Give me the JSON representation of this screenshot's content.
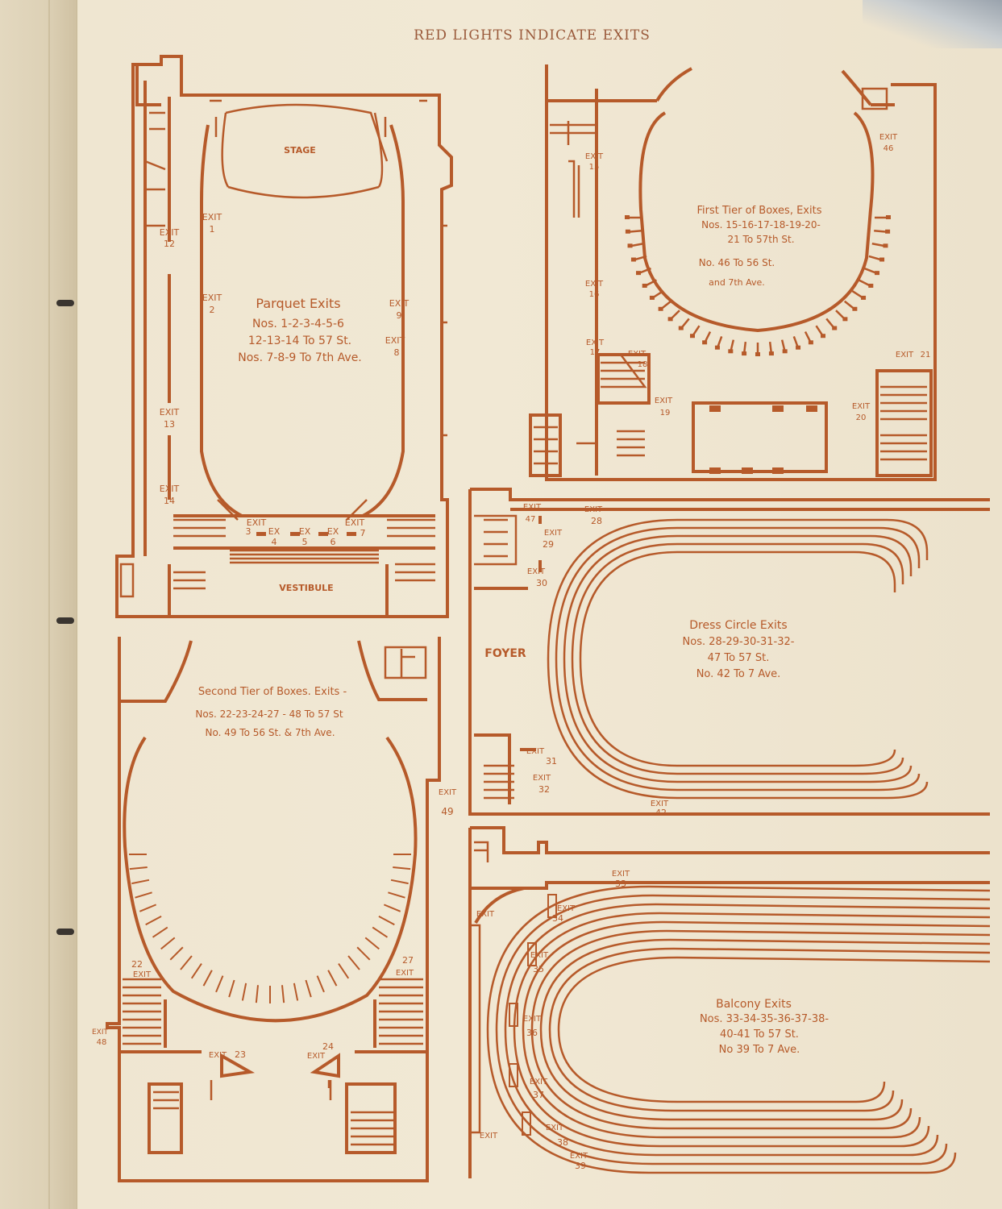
{
  "header": "RED LIGHTS INDICATE EXITS",
  "parquet": {
    "title": "Parquet Exits",
    "line1": "Nos. 1-2-3-4-5-6",
    "line2": "12-13-14 To 57 St.",
    "line3": "Nos. 7-8-9 To 7th Ave.",
    "stage": "STAGE",
    "vestibule": "VESTIBULE",
    "exits": [
      {
        "l": "EXIT",
        "n": "1"
      },
      {
        "l": "EXIT",
        "n": "2"
      },
      {
        "l": "EXIT",
        "n": "12"
      },
      {
        "l": "EXIT",
        "n": "13"
      },
      {
        "l": "EXIT",
        "n": "14"
      },
      {
        "l": "EXIT",
        "n": "9"
      },
      {
        "l": "EXIT",
        "n": "8"
      },
      {
        "l": "EXIT",
        "n": "3"
      },
      {
        "l": "EX",
        "n": "4"
      },
      {
        "l": "EX",
        "n": "5"
      },
      {
        "l": "EX",
        "n": "6"
      },
      {
        "l": "EXIT",
        "n": "7"
      }
    ]
  },
  "first_tier": {
    "title": "First Tier of Boxes, Exits",
    "line1": "Nos. 15-16-17-18-19-20-",
    "line2": "21 To 57th St.",
    "line3": "No. 46 To 56 St.",
    "line4": "and 7th Ave.",
    "exits": [
      {
        "l": "EXIT",
        "n": "15"
      },
      {
        "l": "EXIT",
        "n": "16"
      },
      {
        "l": "EXIT",
        "n": "17"
      },
      {
        "l": "EXIT",
        "n": "18"
      },
      {
        "l": "EXIT",
        "n": "19"
      },
      {
        "l": "EXIT",
        "n": "20"
      },
      {
        "l": "EXIT",
        "n": "46"
      },
      {
        "l": "EXIT",
        "n": "21"
      }
    ]
  },
  "second_tier": {
    "title": "Second Tier of Boxes. Exits -",
    "line1": "Nos. 22-23-24-27 - 48 To 57 St",
    "line2": "No. 49 To 56 St. & 7th Ave.",
    "exits": [
      {
        "l": "EXIT",
        "n": "22"
      },
      {
        "l": "EXIT",
        "n": "23"
      },
      {
        "l": "EXIT",
        "n": "24"
      },
      {
        "l": "EXIT",
        "n": "27"
      },
      {
        "l": "EXIT",
        "n": "48"
      },
      {
        "l": "EXIT",
        "n": "49"
      }
    ]
  },
  "dress_circle": {
    "title": "Dress Circle Exits",
    "line1": "Nos. 28-29-30-31-32-",
    "line2": "47 To 57 St.",
    "line3": "No. 42 To 7 Ave.",
    "foyer": "FOYER",
    "exits": [
      {
        "l": "EXIT",
        "n": "47"
      },
      {
        "l": "EXIT",
        "n": "28"
      },
      {
        "l": "EXIT",
        "n": "29"
      },
      {
        "l": "EXIT",
        "n": "30"
      },
      {
        "l": "EXIT",
        "n": "31"
      },
      {
        "l": "EXIT",
        "n": "32"
      },
      {
        "l": "EXIT",
        "n": "42"
      }
    ]
  },
  "balcony": {
    "title": "Balcony Exits",
    "line1": "Nos. 33-34-35-36-37-38-",
    "line2": "40-41 To 57 St.",
    "line3": "No 39 To 7 Ave.",
    "exits": [
      {
        "l": "EXIT",
        "n": "33"
      },
      {
        "l": "EXIT",
        "n": "34"
      },
      {
        "l": "EXIT",
        "n": "35"
      },
      {
        "l": "EXIT",
        "n": "36"
      },
      {
        "l": "EXIT",
        "n": "37"
      },
      {
        "l": "EXIT",
        "n": "38"
      },
      {
        "l": "EXIT",
        "n": "39"
      },
      {
        "l": "EXIT",
        "n": ""
      },
      {
        "l": "EXIT",
        "n": ""
      }
    ]
  },
  "colors": {
    "ink": "#b65a2a",
    "paper": "#f1e8d4"
  }
}
